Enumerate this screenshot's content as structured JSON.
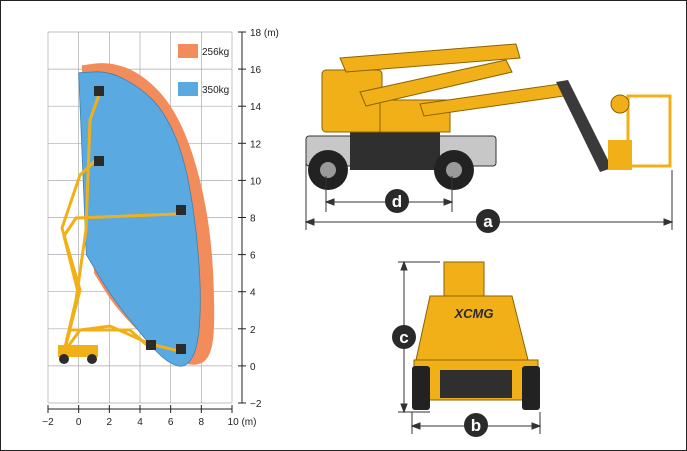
{
  "chart": {
    "title": "",
    "legend": [
      {
        "label": "256kg",
        "color": "#f28c5a"
      },
      {
        "label": "350kg",
        "color": "#5aa9e0"
      }
    ],
    "x_ticks": [
      "−2",
      "0",
      "2",
      "4",
      "6",
      "8",
      "10 (m)"
    ],
    "y_ticks": [
      "18 (m)",
      "16",
      "14",
      "12",
      "10",
      "8",
      "6",
      "4",
      "2",
      "0",
      "−2"
    ]
  },
  "chart_data": {
    "type": "area",
    "xlabel": "(m)",
    "ylabel": "(m)",
    "xlim": [
      -2,
      10
    ],
    "ylim": [
      -2,
      18
    ],
    "grid": true,
    "legend_position": "top-right",
    "series": [
      {
        "name": "256kg",
        "color": "#f28c5a",
        "outline": [
          [
            0.2,
            16.2
          ],
          [
            2,
            16.4
          ],
          [
            4,
            15.8
          ],
          [
            6,
            14.2
          ],
          [
            7.5,
            11.5
          ],
          [
            8.6,
            7.5
          ],
          [
            8.9,
            3
          ],
          [
            8.7,
            0.5
          ],
          [
            7.5,
            -0.1
          ],
          [
            5.5,
            0.6
          ],
          [
            2.5,
            3
          ],
          [
            1,
            5
          ]
        ]
      },
      {
        "name": "350kg",
        "color": "#5aa9e0",
        "outline": [
          [
            0,
            15.8
          ],
          [
            2,
            15.9
          ],
          [
            4,
            15
          ],
          [
            5.5,
            13.8
          ],
          [
            6.8,
            11.5
          ],
          [
            7.6,
            8
          ],
          [
            8,
            4
          ],
          [
            7.8,
            1
          ],
          [
            7,
            -0.1
          ],
          [
            6,
            0.1
          ],
          [
            5,
            0.8
          ],
          [
            3.5,
            2.3
          ],
          [
            2,
            3.9
          ],
          [
            0.5,
            6
          ]
        ]
      }
    ]
  },
  "dimensions": {
    "a": "a",
    "b": "b",
    "c": "c",
    "d": "d",
    "brand": "XCMG"
  },
  "colors": {
    "machine_yellow": "#f2b018",
    "machine_dark": "#2b2b2b",
    "badge": "#2a2a2a"
  }
}
